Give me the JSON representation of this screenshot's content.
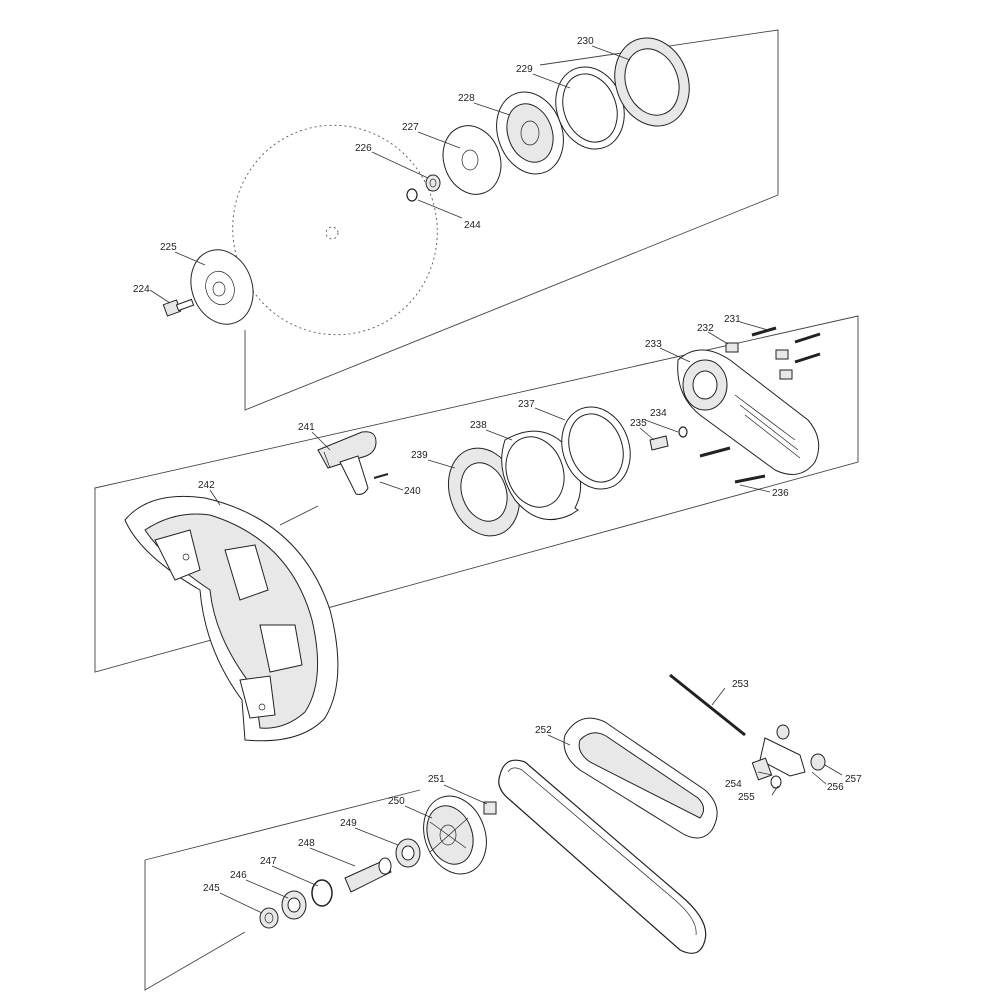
{
  "diagram": {
    "type": "exploded-parts-diagram",
    "parts": {
      "p224": "224",
      "p225": "225",
      "p226": "226",
      "p227": "227",
      "p228": "228",
      "p229": "229",
      "p230": "230",
      "p231": "231",
      "p232": "232",
      "p233": "233",
      "p234": "234",
      "p235": "235",
      "p236": "236",
      "p237": "237",
      "p238": "238",
      "p239": "239",
      "p240": "240",
      "p241": "241",
      "p242": "242",
      "p244": "244",
      "p245": "245",
      "p246": "246",
      "p247": "247",
      "p248": "248",
      "p249": "249",
      "p250": "250",
      "p251": "251",
      "p252": "252",
      "p253": "253",
      "p254": "254",
      "p255": "255",
      "p256": "256",
      "p257": "257"
    }
  }
}
